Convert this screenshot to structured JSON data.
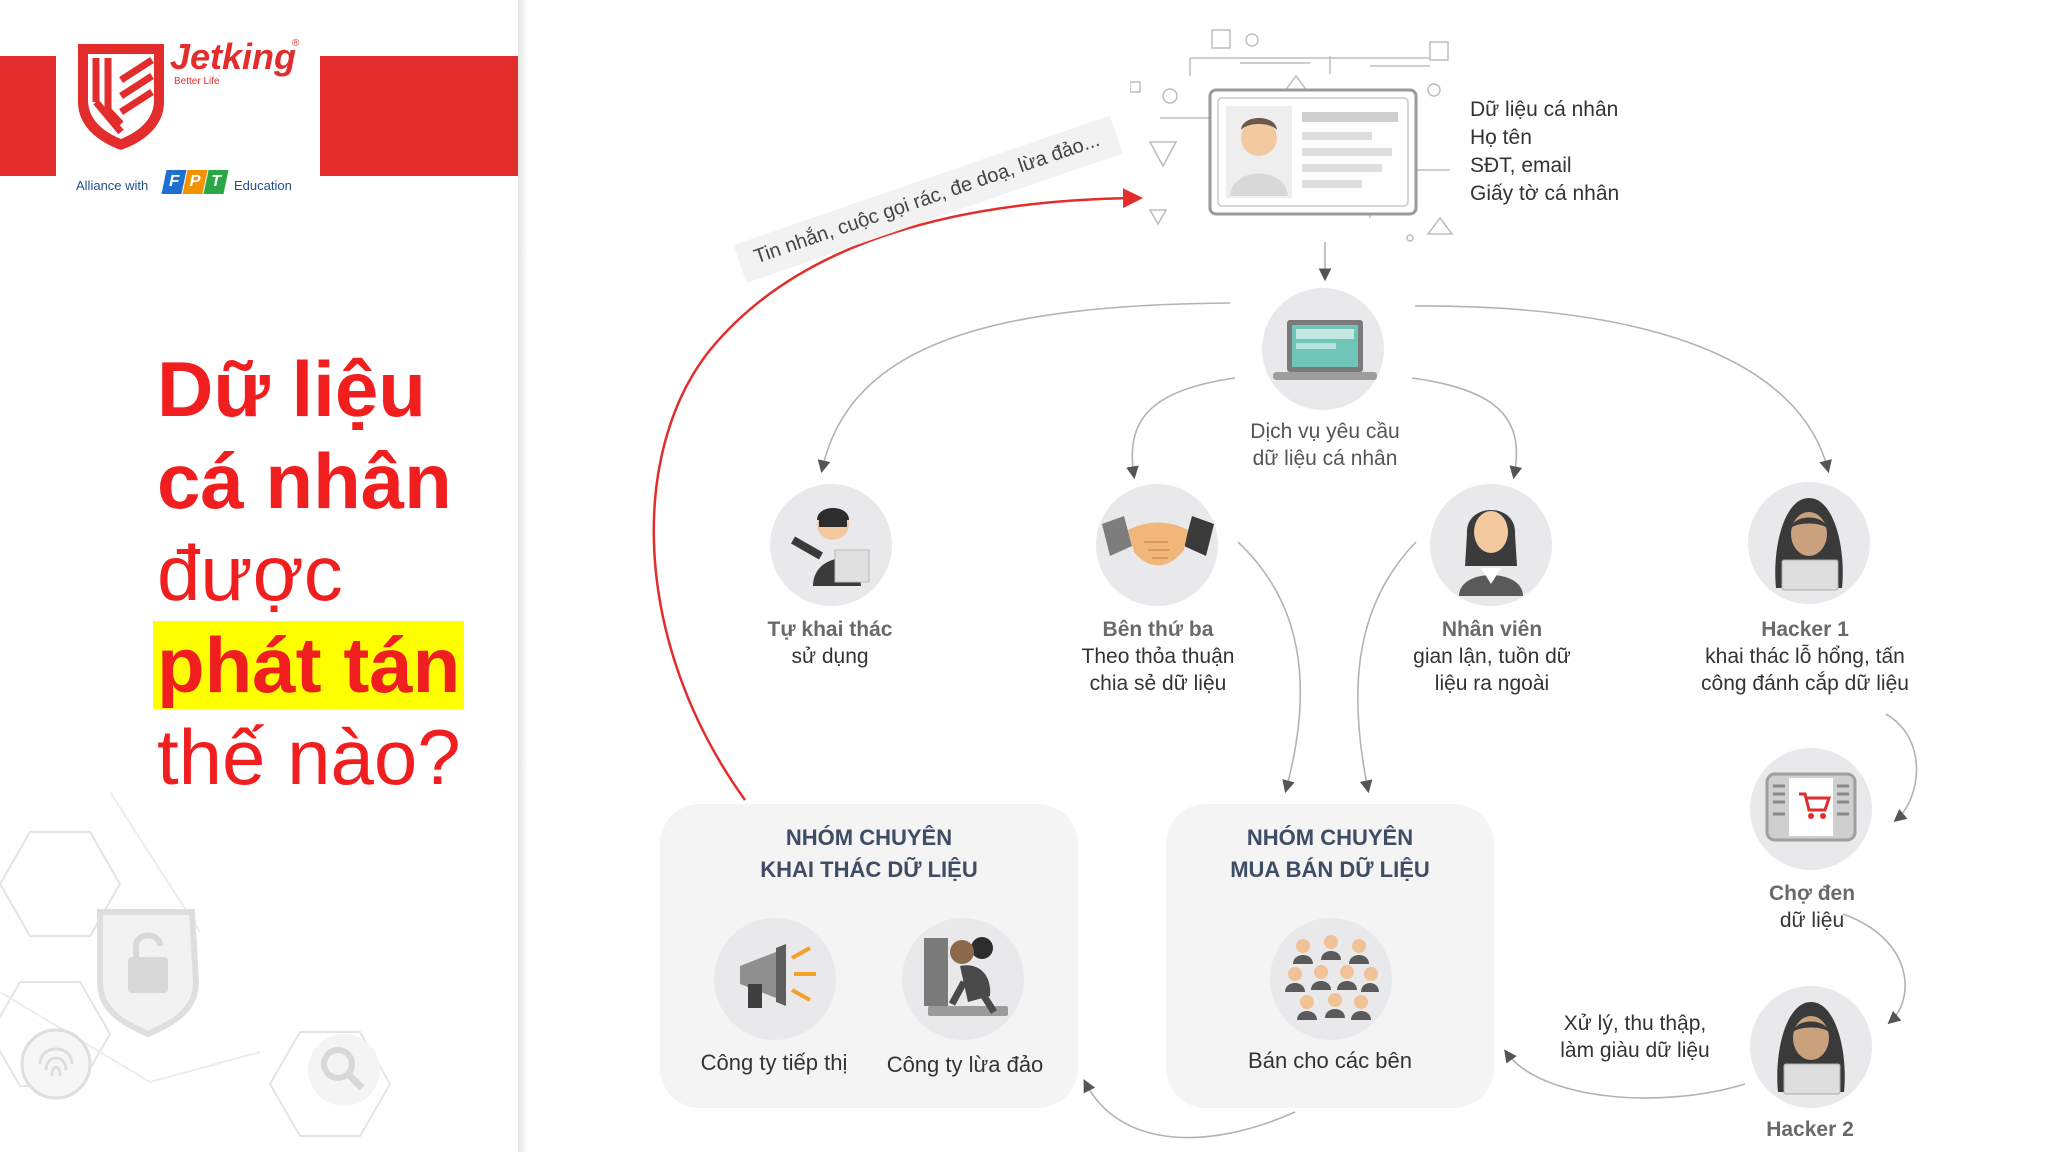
{
  "brand": {
    "name": "Jetking",
    "tagline": "Better Life",
    "alliance": "Alliance with",
    "partner": "FPT",
    "partner_suffix": "Education",
    "colors": {
      "red": "#e32d2d",
      "title_red": "#f01e1e",
      "highlight": "#ffff00",
      "fpt_blue": "#1f6fd1",
      "fpt_orange": "#f39200",
      "fpt_green": "#2aa845"
    }
  },
  "title": {
    "line1": "Dữ liệu",
    "line2": "cá nhân",
    "line3": "được",
    "line4": "phát tán",
    "line5": "thế nào?"
  },
  "diagram": {
    "personal_data": {
      "heading": "Dữ liệu cá nhân",
      "items": [
        "Họ tên",
        "SĐT, email",
        "Giấy tờ cá nhân"
      ]
    },
    "spam_arrow_label": "Tin nhắn, cuộc gọi rác, đe doạ, lừa đảo...",
    "service": {
      "line1": "Dịch vụ yêu cầu",
      "line2": "dữ liệu cá nhân"
    },
    "self_use": {
      "line1": "Tự khai thác",
      "line2": "sử dụng"
    },
    "third_party": {
      "title": "Bên thứ ba",
      "line1": "Theo thỏa thuận",
      "line2": "chia sẻ dữ liệu"
    },
    "employee": {
      "title": "Nhân viên",
      "line1": "gian lận, tuồn dữ",
      "line2": "liệu ra ngoài"
    },
    "hacker1": {
      "title": "Hacker 1",
      "line1": "khai thác lỗ hổng, tấn",
      "line2": "công đánh cắp dữ liệu"
    },
    "black_market": {
      "line1": "Chợ đen",
      "line2": "dữ liệu"
    },
    "hacker2": {
      "title": "Hacker 2"
    },
    "processing": {
      "line1": "Xử lý, thu thập,",
      "line2": "làm giàu dữ liệu"
    },
    "exploit_group": {
      "title1": "NHÓM CHUYÊN",
      "title2": "KHAI THÁC DỮ LIỆU",
      "marketing": "Công ty tiếp thị",
      "fraud": "Công ty lừa đảo"
    },
    "trade_group": {
      "title1": "NHÓM CHUYÊN",
      "title2": "MUA BÁN DỮ LIỆU",
      "sell": "Bán cho các bên"
    }
  }
}
